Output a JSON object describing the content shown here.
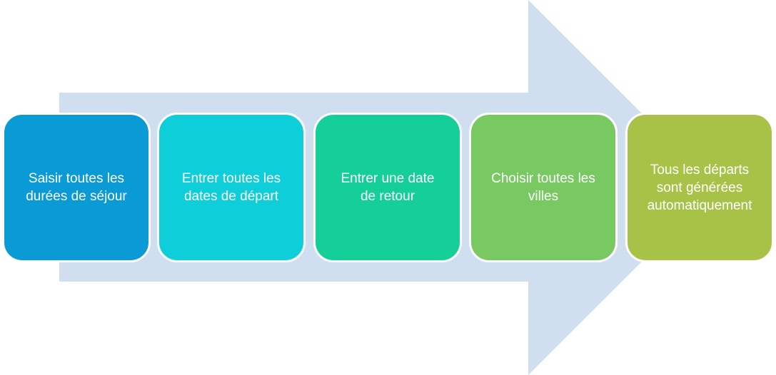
{
  "diagram": {
    "arrow_color": "#cfdff0",
    "steps": [
      {
        "label": "Saisir toutes les\ndurées de séjour",
        "color": "#0a9bd6"
      },
      {
        "label": "Entrer toutes les\ndates de départ",
        "color": "#0ecfd9"
      },
      {
        "label": "Entrer une date\nde retour",
        "color": "#14cf98"
      },
      {
        "label": "Choisir toutes les\nvilles",
        "color": "#78c962"
      },
      {
        "label": "Tous les départs\nsont générées\nautomatiquement",
        "color": "#a8c248"
      }
    ]
  }
}
